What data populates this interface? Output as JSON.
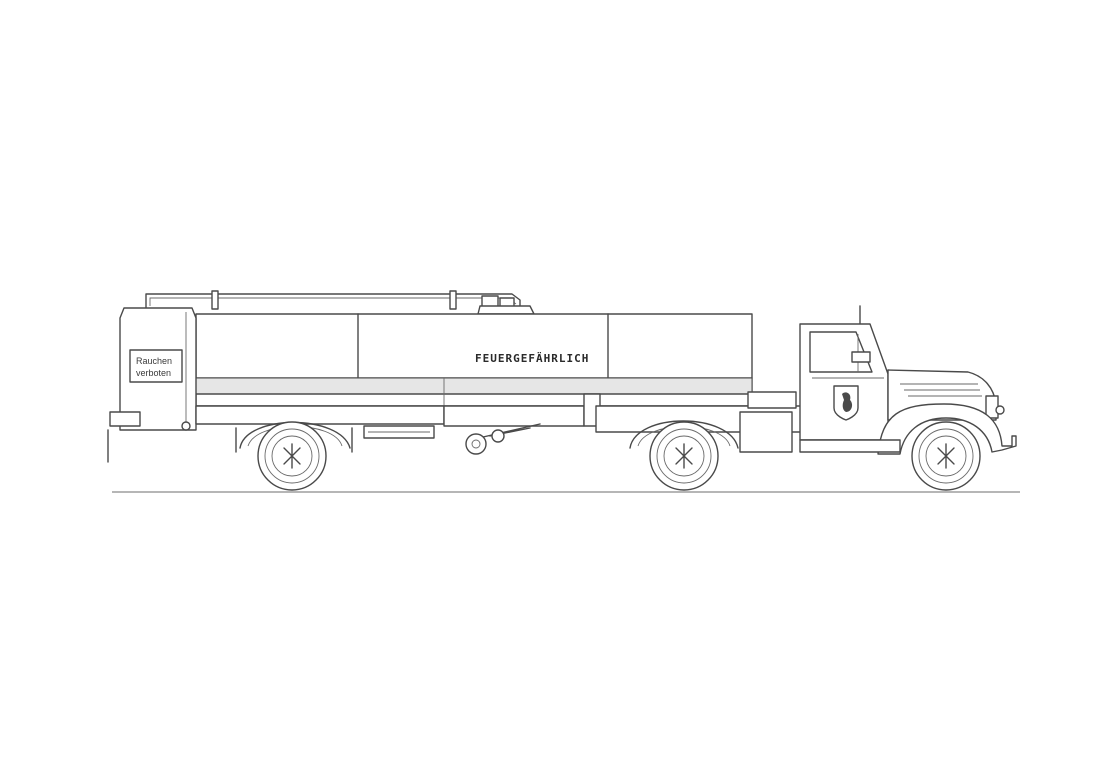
{
  "tank_lettering": "FEUERGEFÄHRLICH",
  "rear_sign": {
    "line1": "Rauchen",
    "line2": "verboten"
  },
  "colors": {
    "background": "#ffffff",
    "line": "#4a4a4a",
    "band": "#d8d8d8"
  },
  "icons": [
    "cab-emblem-icon",
    "wheel-icon"
  ]
}
